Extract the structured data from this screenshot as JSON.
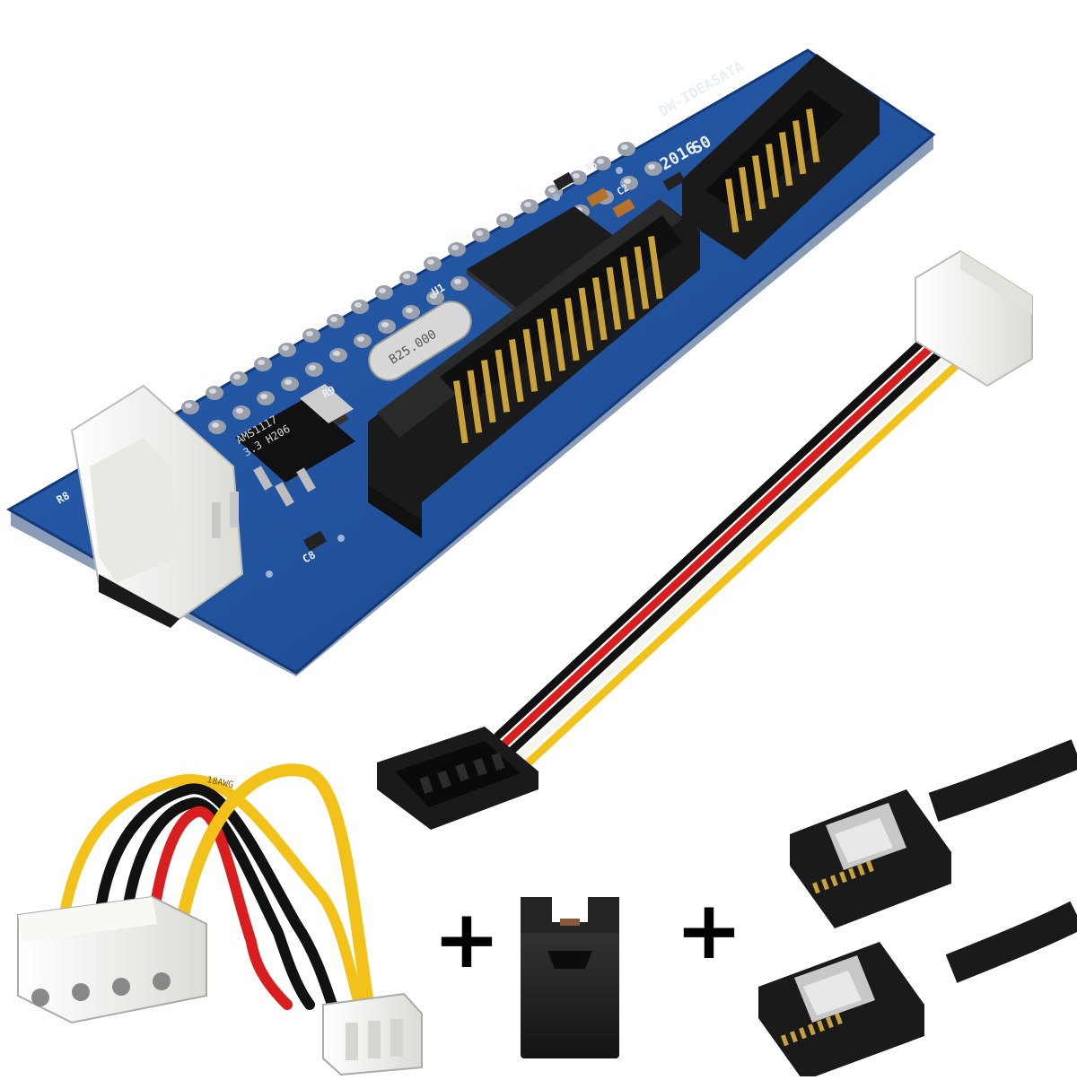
{
  "board": {
    "model_label": "DW-IDEASATA",
    "crystal_label": "B25.000",
    "chip_label_line1": "AMS1117",
    "chip_label_line2": "3.3 H206",
    "ref_u1": "U1",
    "ref_r9": "R9",
    "ref_r8": "R8",
    "ref_c8": "C8",
    "ref_c2": "C2",
    "ref_r5": "R5",
    "ref_d": "2016",
    "ref_k": "S0"
  },
  "molex_cable_print": "18AWG",
  "plus_signs": [
    "+",
    "+"
  ],
  "colors": {
    "pcb": "#1e4f9a",
    "pcb_edge": "#123a78",
    "connector_black": "#1a1a1a",
    "molex_white": "#f2f2ee",
    "wire_black": "#111111",
    "wire_red": "#d81e1e",
    "wire_yellow": "#f2c21a",
    "gold": "#c9a23a"
  }
}
